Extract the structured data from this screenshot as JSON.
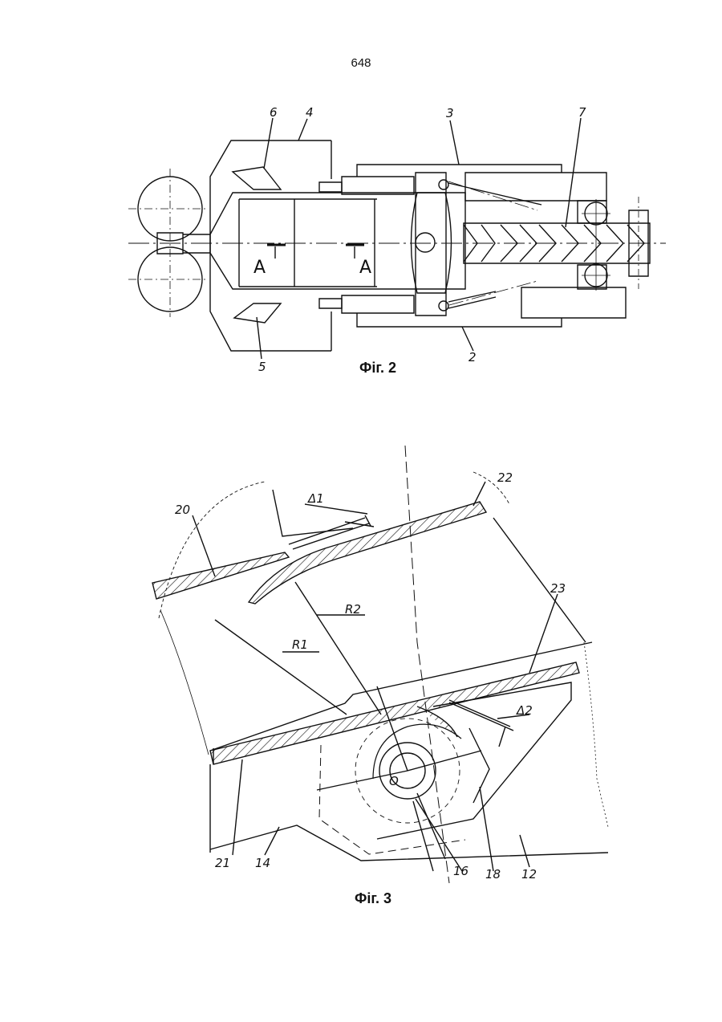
{
  "page": {
    "number": "648"
  },
  "figure2": {
    "caption": "Фіг. 2",
    "labels": [
      "6",
      "4",
      "3",
      "7",
      "5",
      "2"
    ],
    "section_marks": [
      "A",
      "A"
    ]
  },
  "figure3": {
    "caption": "Фіг. 3",
    "labels": [
      "20",
      "22",
      "23",
      "21",
      "14",
      "16",
      "18",
      "12"
    ],
    "dims": [
      "Δ1",
      "Δ2",
      "R2",
      "R1",
      "O"
    ]
  }
}
